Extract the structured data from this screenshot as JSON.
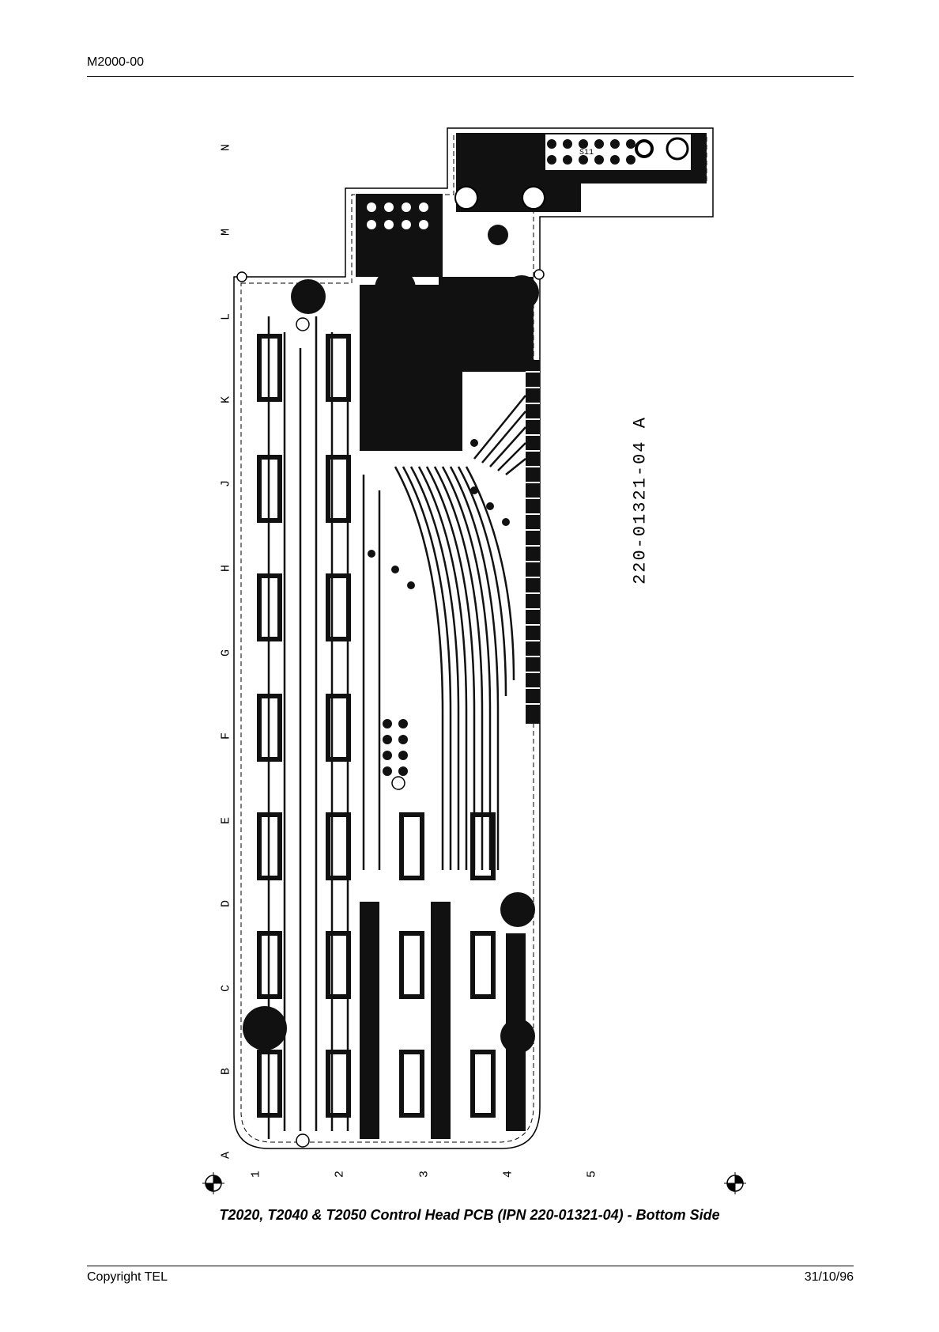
{
  "header": {
    "doc_id": "M2000-00"
  },
  "footer": {
    "copyright": "Copyright TEL",
    "date": "31/10/96"
  },
  "caption": "T2020, T2040 & T2050 Control Head PCB (IPN 220-01321-04) - Bottom Side",
  "board": {
    "part_number": "220-01321-04  A",
    "silk_label": "S11"
  },
  "grid": {
    "rows": [
      "N",
      "M",
      "L",
      "K",
      "J",
      "H",
      "G",
      "F",
      "E",
      "D",
      "C",
      "B",
      "A"
    ],
    "cols": [
      "1",
      "2",
      "3",
      "4",
      "5"
    ]
  }
}
